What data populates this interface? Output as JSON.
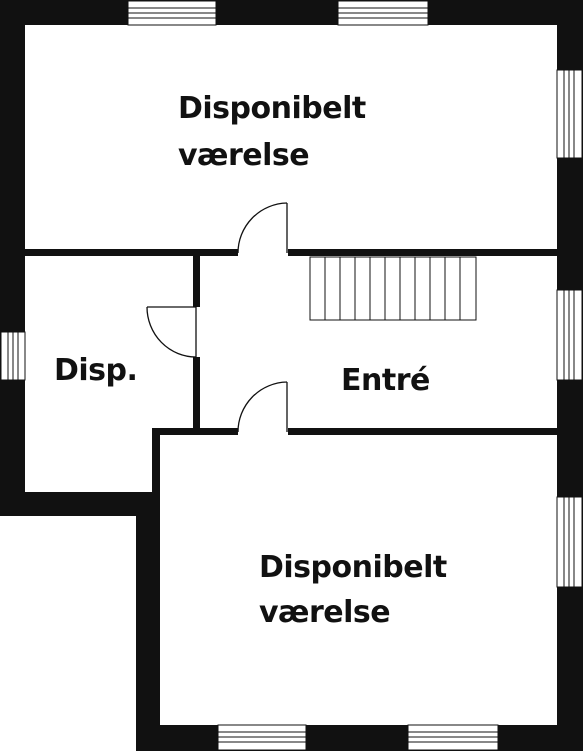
{
  "rooms": {
    "top": {
      "line1": "Disponibelt",
      "line2": "værelse"
    },
    "disp": {
      "label": "Disp."
    },
    "entre": {
      "label": "Entré"
    },
    "bottom": {
      "line1": "Disponibelt",
      "line2": "værelse"
    }
  },
  "colors": {
    "wall": "#111111",
    "background": "#ffffff",
    "line": "#111111"
  }
}
